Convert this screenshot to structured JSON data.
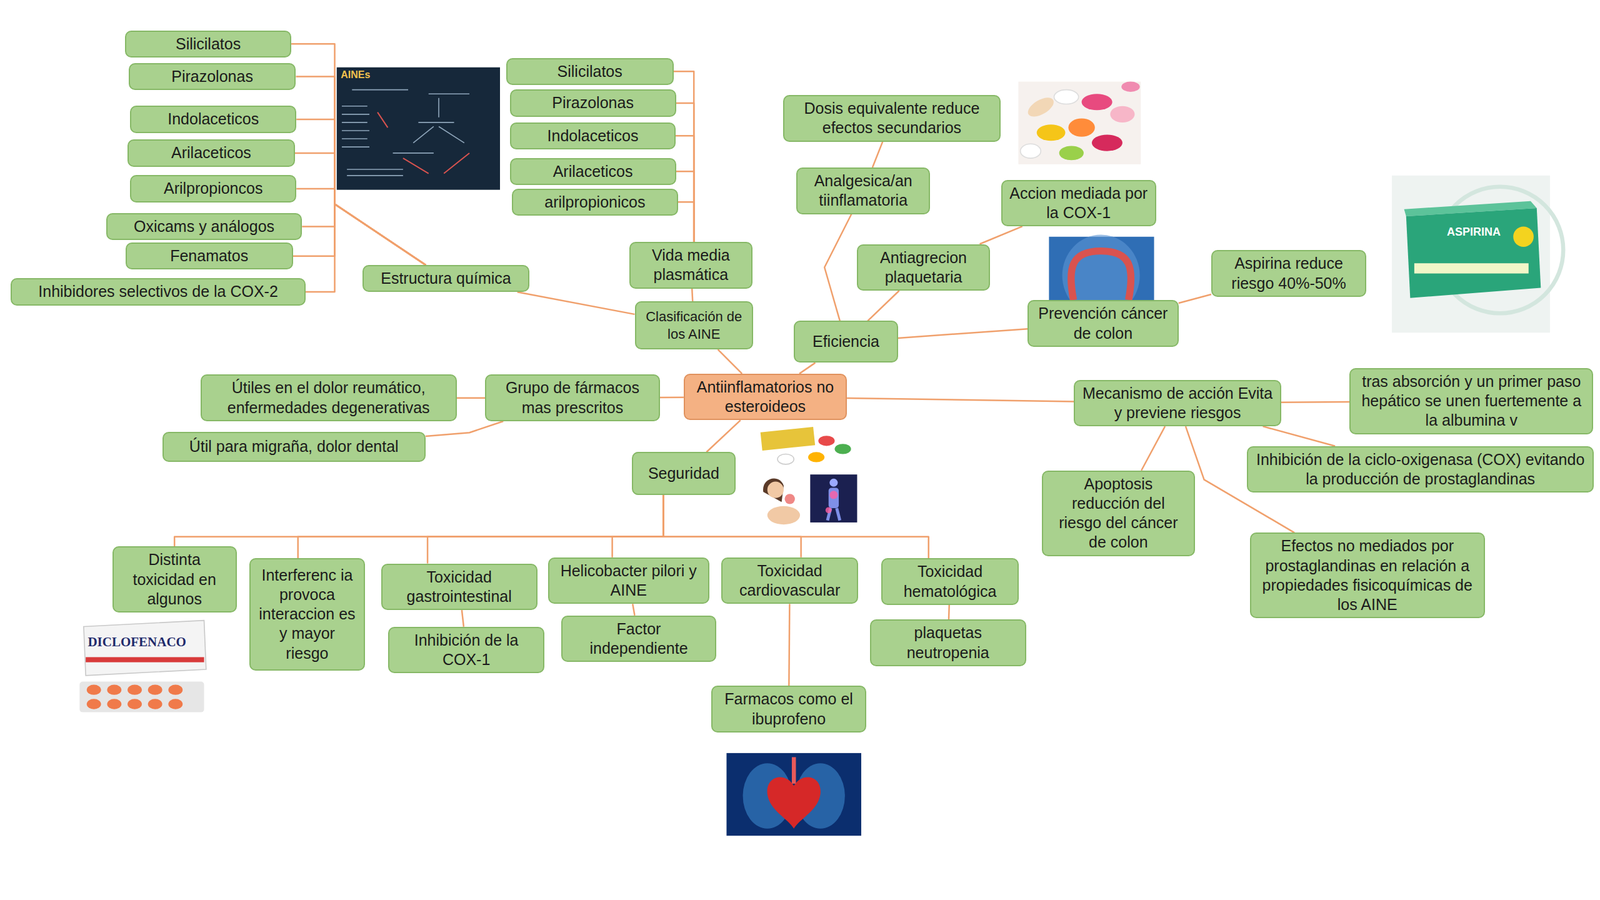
{
  "diagram": {
    "nodes": [
      {
        "text": [
          "Silicilatos"
        ]
      },
      {
        "text": [
          "Pirazolonas"
        ]
      },
      {
        "text": [
          "Indolaceticos"
        ]
      },
      {
        "text": [
          "Arilaceticos"
        ]
      },
      {
        "text": [
          "Arilpropioncos"
        ]
      },
      {
        "text": [
          "Oxicams y análogos"
        ]
      },
      {
        "text": [
          "Fenamatos"
        ]
      },
      {
        "text": [
          "Inhibidores selectivos de la COX-2"
        ]
      },
      {
        "text": [
          "Estructura química"
        ]
      },
      {
        "text": [
          "Silicilatos"
        ]
      },
      {
        "text": [
          "Pirazolonas"
        ]
      },
      {
        "text": [
          "Indolaceticos"
        ]
      },
      {
        "text": [
          "Arilaceticos"
        ]
      },
      {
        "text": [
          "arilpropionicos"
        ]
      },
      {
        "text": [
          "Vida media plasmática"
        ]
      },
      {
        "text": [
          "Clasificación de los AINE"
        ]
      },
      {
        "text": [
          "Antiinflamatorios no esteroideos"
        ]
      },
      {
        "text": [
          "Dosis equivalente reduce efectos secundarios"
        ]
      },
      {
        "text": [
          "Analgesica/an tiinflamatoria"
        ]
      },
      {
        "text": [
          "Accion mediada por la COX-1"
        ]
      },
      {
        "text": [
          "Antiagrecion plaquetaria"
        ]
      },
      {
        "text": [
          "Eficiencia"
        ]
      },
      {
        "text": [
          "Prevención cáncer de colon"
        ]
      },
      {
        "text": [
          "Aspirina reduce riesgo 40%-50%"
        ]
      },
      {
        "text": [
          "Mecanismo de acción Evita y previene riesgos"
        ]
      },
      {
        "text": [
          "tras absorción y un primer paso hepático se unen fuertemente a la albumina v"
        ]
      },
      {
        "text": [
          "Inhibición de la ciclo-oxigenasa (COX) evitando la producción de prostaglandinas"
        ]
      },
      {
        "text": [
          "Apoptosis reducción del riesgo del cáncer de colon"
        ]
      },
      {
        "text": [
          "Efectos no mediados por prostaglandinas en relación a propiedades fisicoquímicas de los AINE"
        ]
      },
      {
        "text": [
          "Grupo de fármacos mas prescritos"
        ]
      },
      {
        "text": [
          "Útiles en el dolor reumático, enfermedades degenerativas"
        ]
      },
      {
        "text": [
          "Útil para migraña, dolor dental"
        ]
      },
      {
        "text": [
          "Seguridad"
        ]
      },
      {
        "text": [
          "Distinta toxicidad en algunos"
        ]
      },
      {
        "text": [
          "Interferenc ia provoca interaccion es y mayor riesgo"
        ]
      },
      {
        "text": [
          "Toxicidad gastrointestinal"
        ]
      },
      {
        "text": [
          "Inhibición de la COX-1"
        ]
      },
      {
        "text": [
          "Helicobacter pilori y AINE"
        ]
      },
      {
        "text": [
          "Factor independiente"
        ]
      },
      {
        "text": [
          "Toxicidad cardiovascular"
        ]
      },
      {
        "text": [
          "Farmacos como el ibuprofeno"
        ]
      },
      {
        "text": [
          "Toxicidad hematológica"
        ]
      },
      {
        "text": [
          "plaquetas neutropenia"
        ]
      }
    ],
    "edges": [
      {
        "from": 8,
        "to": 0,
        "arrow": "none"
      },
      {
        "from": 8,
        "to": 1,
        "arrow": "none"
      },
      {
        "from": 8,
        "to": 2,
        "arrow": "none"
      },
      {
        "from": 8,
        "to": 3,
        "arrow": "none"
      },
      {
        "from": 8,
        "to": 4,
        "arrow": "none"
      },
      {
        "from": 8,
        "to": 5,
        "arrow": "none"
      },
      {
        "from": 8,
        "to": 6,
        "arrow": "none"
      },
      {
        "from": 8,
        "to": 7,
        "arrow": "none"
      },
      {
        "from": 14,
        "to": 9,
        "arrow": "none"
      },
      {
        "from": 14,
        "to": 10,
        "arrow": "none"
      },
      {
        "from": 14,
        "to": 11,
        "arrow": "none"
      },
      {
        "from": 14,
        "to": 12,
        "arrow": "none"
      },
      {
        "from": 14,
        "to": 13,
        "arrow": "none"
      },
      {
        "from": 14,
        "to": 15,
        "arrow": "none"
      },
      {
        "from": 8,
        "to": 15,
        "arrow": "none"
      },
      {
        "from": 15,
        "to": 16,
        "arrow": "none"
      },
      {
        "from": 16,
        "to": 29,
        "arrow": "none"
      },
      {
        "from": 29,
        "to": 30,
        "arrow": "none"
      },
      {
        "from": 29,
        "to": 31,
        "arrow": "none"
      },
      {
        "from": 16,
        "to": 32,
        "arrow": "none"
      },
      {
        "from": 32,
        "to": 33,
        "arrow": "none"
      },
      {
        "from": 32,
        "to": 34,
        "arrow": "none"
      },
      {
        "from": 32,
        "to": 35,
        "arrow": "none"
      },
      {
        "from": 32,
        "to": 37,
        "arrow": "none"
      },
      {
        "from": 32,
        "to": 39,
        "arrow": "none"
      },
      {
        "from": 32,
        "to": 41,
        "arrow": "none"
      },
      {
        "from": 35,
        "to": 36,
        "arrow": "none"
      },
      {
        "from": 37,
        "to": 38,
        "arrow": "none"
      },
      {
        "from": 39,
        "to": 40,
        "arrow": "none"
      },
      {
        "from": 41,
        "to": 42,
        "arrow": "none"
      },
      {
        "from": 16,
        "to": 24,
        "arrow": "none"
      },
      {
        "from": 24,
        "to": 25,
        "arrow": "none"
      },
      {
        "from": 24,
        "to": 26,
        "arrow": "none"
      },
      {
        "from": 24,
        "to": 27,
        "arrow": "none"
      },
      {
        "from": 24,
        "to": 28,
        "arrow": "none"
      },
      {
        "from": 16,
        "to": 21,
        "arrow": "none"
      },
      {
        "from": 18,
        "to": 21,
        "arrow": "none"
      },
      {
        "from": 18,
        "to": 17,
        "arrow": "none"
      },
      {
        "from": 21,
        "to": 20,
        "arrow": "none"
      },
      {
        "from": 20,
        "to": 19,
        "arrow": "none"
      },
      {
        "from": 21,
        "to": 22,
        "arrow": "none"
      },
      {
        "from": 22,
        "to": 23,
        "arrow": "none"
      }
    ],
    "labels": [
      "AINEs",
      "ASPIRINA",
      "DICLOFENACO"
    ]
  }
}
